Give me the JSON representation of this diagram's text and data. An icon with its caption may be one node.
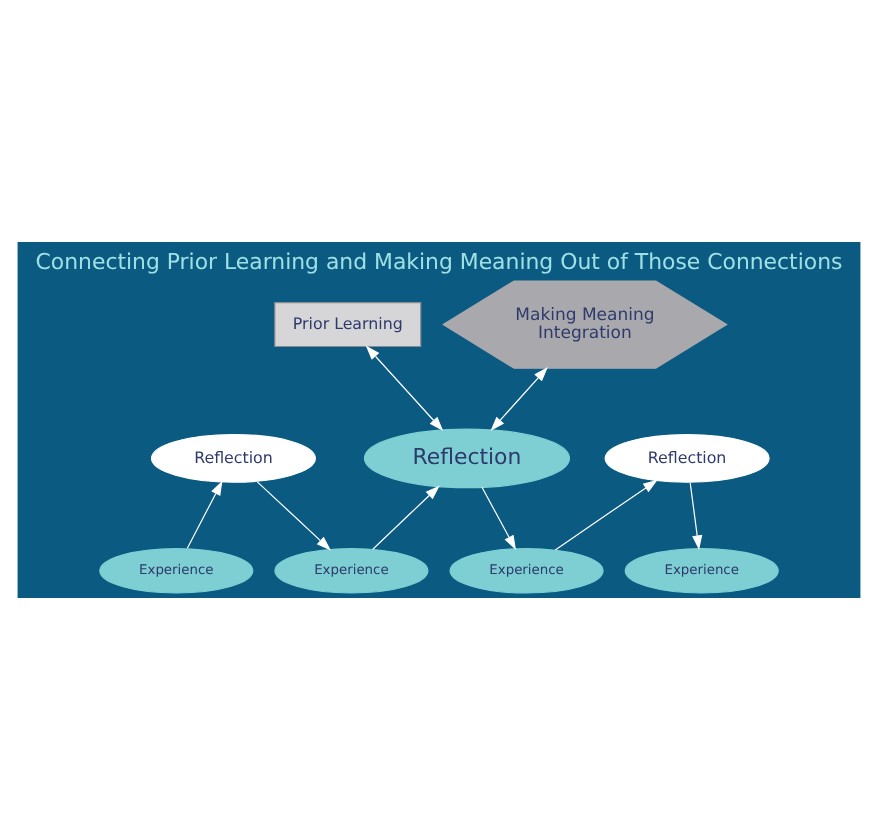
{
  "diagram": {
    "title": "Connecting Prior Learning and Making Meaning Out of Those Connections",
    "nodes": [
      {
        "text": [
          "Prior Learning"
        ]
      },
      {
        "text": [
          "Making Meaning",
          "Integration"
        ]
      },
      {
        "text": [
          "Reflection"
        ]
      },
      {
        "text": [
          "Reflection"
        ]
      },
      {
        "text": [
          "Reflection"
        ]
      },
      {
        "text": [
          "Experience"
        ]
      },
      {
        "text": [
          "Experience"
        ]
      },
      {
        "text": [
          "Experience"
        ]
      },
      {
        "text": [
          "Experience"
        ]
      }
    ],
    "edges": [
      {
        "from": 0,
        "to": 3,
        "arrow": "both"
      },
      {
        "from": 3,
        "to": 1,
        "arrow": "both"
      },
      {
        "from": 5,
        "to": 2,
        "arrow": "to"
      },
      {
        "from": 2,
        "to": 6,
        "arrow": "to"
      },
      {
        "from": 6,
        "to": 3,
        "arrow": "to"
      },
      {
        "from": 3,
        "to": 7,
        "arrow": "to"
      },
      {
        "from": 7,
        "to": 4,
        "arrow": "to"
      },
      {
        "from": 4,
        "to": 8,
        "arrow": "to"
      }
    ]
  }
}
